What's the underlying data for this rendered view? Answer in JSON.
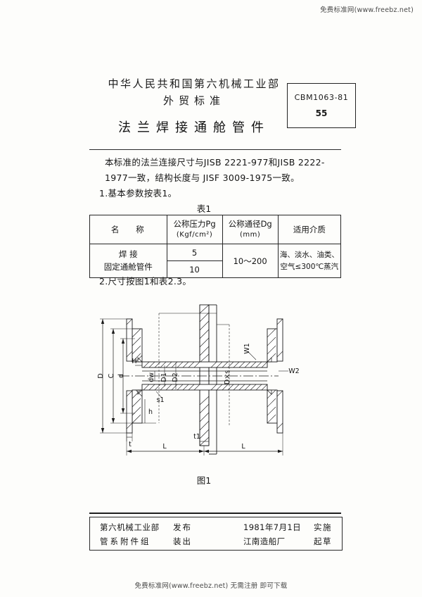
{
  "watermarks": {
    "top": "免费标准网(www.freebz.net)",
    "bottom": "免费标准网(www.freebz.net) 无需注册 即可下载"
  },
  "header": {
    "organization_line1": "中华人民共和国第六机械工业部",
    "organization_line2": "外贸标准",
    "title": "法兰焊接通舱管件",
    "standard_number": "CBM1063-81",
    "page_number": "55"
  },
  "body": {
    "paragraph": "本标准的法兰连接尺寸与JISB 2221-977和JISB 2222-1977一致，结构长度与 JISF 3009-1975一致。",
    "clause_1": "1.基本参数按表1。",
    "clause_2": "2.尺寸按图1和表2.3。"
  },
  "table": {
    "caption": "表1",
    "headers": {
      "name": "名      称",
      "pressure": "公称压力Pg",
      "pressure_unit": "(Kgf/cm²)",
      "diameter": "公称通径Dg",
      "diameter_unit": "(mm)",
      "media": "适用介质"
    },
    "rows": [
      {
        "name_line1": "焊      接",
        "name_line2": "固定通舱管件",
        "pressure_values": [
          "5",
          "10"
        ],
        "diameter": "10～200",
        "media_line1": "海、淡水、油类、",
        "media_line2": "空气≤300℃蒸汽"
      }
    ]
  },
  "figure": {
    "caption": "图1",
    "dimension_labels": {
      "outer_diameter": "D",
      "bolt_circle": "C",
      "bolt_hole": "d",
      "hub_height": "H",
      "pipe_outer": "dw",
      "weld_leg": "s1",
      "bore_1": "D1",
      "bore_2": "D2",
      "pipe_spec": "D×s",
      "neck_height": "h",
      "flange_thickness": "t",
      "plate_thickness": "t1",
      "weld_1": "W1",
      "weld_2": "W2",
      "length_left": "L",
      "length_right": "L"
    }
  },
  "footer": {
    "issuer": "第六机械工业部",
    "issue_action": "发布",
    "group": "管系附件组",
    "group_action": "装出",
    "effective_date": "1981年7月1日",
    "effective_action": "实施",
    "drafter": "江南造船厂",
    "drafter_action": "起草"
  }
}
